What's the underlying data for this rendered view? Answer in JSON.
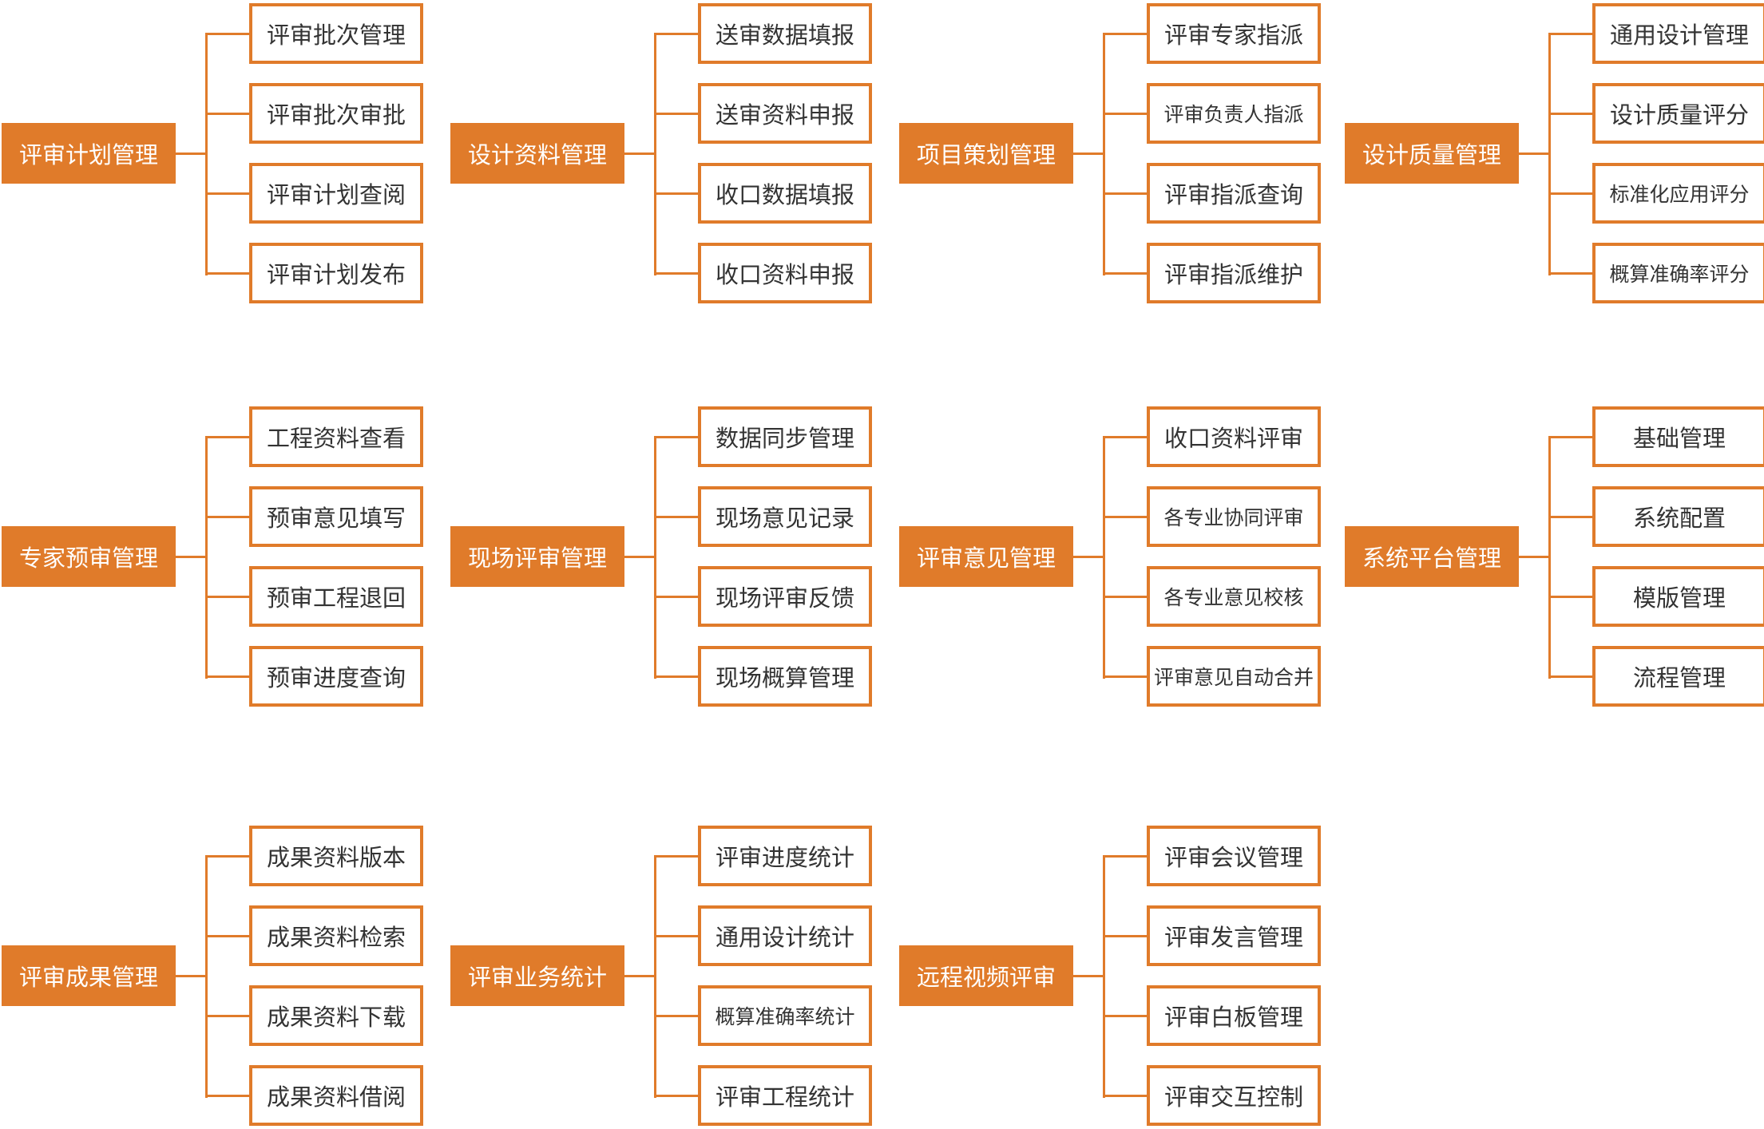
{
  "colors": {
    "accent": "#e07b2a",
    "child_text": "#333333",
    "parent_text": "#ffffff",
    "background": "#ffffff"
  },
  "groups": [
    {
      "parent": "评审计划管理",
      "children": [
        "评审批次管理",
        "评审批次审批",
        "评审计划查阅",
        "评审计划发布"
      ]
    },
    {
      "parent": "设计资料管理",
      "children": [
        "送审数据填报",
        "送审资料申报",
        "收口数据填报",
        "收口资料申报"
      ]
    },
    {
      "parent": "项目策划管理",
      "children": [
        "评审专家指派",
        "评审负责人指派",
        "评审指派查询",
        "评审指派维护"
      ]
    },
    {
      "parent": "设计质量管理",
      "children": [
        "通用设计管理",
        "设计质量评分",
        "标准化应用评分",
        "概算准确率评分"
      ]
    },
    {
      "parent": "专家预审管理",
      "children": [
        "工程资料查看",
        "预审意见填写",
        "预审工程退回",
        "预审进度查询"
      ]
    },
    {
      "parent": "现场评审管理",
      "children": [
        "数据同步管理",
        "现场意见记录",
        "现场评审反馈",
        "现场概算管理"
      ]
    },
    {
      "parent": "评审意见管理",
      "children": [
        "收口资料评审",
        "各专业协同评审",
        "各专业意见校核",
        "评审意见自动合并"
      ]
    },
    {
      "parent": "系统平台管理",
      "children": [
        "基础管理",
        "系统配置",
        "模版管理",
        "流程管理"
      ]
    },
    {
      "parent": "评审成果管理",
      "children": [
        "成果资料版本",
        "成果资料检索",
        "成果资料下载",
        "成果资料借阅"
      ]
    },
    {
      "parent": "评审业务统计",
      "children": [
        "评审进度统计",
        "通用设计统计",
        "概算准确率统计",
        "评审工程统计"
      ]
    },
    {
      "parent": "远程视频评审",
      "children": [
        "评审会议管理",
        "评审发言管理",
        "评审白板管理",
        "评审交互控制"
      ]
    }
  ]
}
